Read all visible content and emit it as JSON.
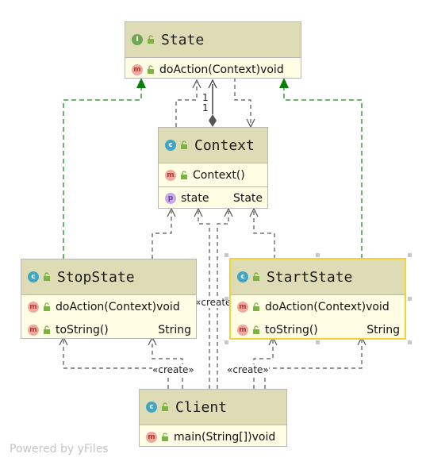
{
  "watermark": "Powered by yFiles",
  "nodes": {
    "state": {
      "badge": "I",
      "title": "State",
      "members": [
        {
          "kind": "m",
          "name": "doAction(Context)",
          "type": "void"
        }
      ]
    },
    "context": {
      "badge": "c",
      "title": "Context",
      "members": [
        {
          "kind": "m",
          "name": "Context()",
          "type": ""
        }
      ],
      "fields": [
        {
          "kind": "p",
          "name": "state",
          "type": "State"
        }
      ]
    },
    "stopstate": {
      "badge": "c",
      "title": "StopState",
      "members": [
        {
          "kind": "m",
          "name": "doAction(Context)",
          "type": "void"
        },
        {
          "kind": "m",
          "name": "toString()",
          "type": "String"
        }
      ]
    },
    "startstate": {
      "badge": "c",
      "title": "StartState",
      "members": [
        {
          "kind": "m",
          "name": "doAction(Context)",
          "type": "void"
        },
        {
          "kind": "m",
          "name": "toString()",
          "type": "String"
        }
      ]
    },
    "client": {
      "badge": "c",
      "title": "Client",
      "members": [
        {
          "kind": "m",
          "name": "main(String[])",
          "type": "void"
        }
      ]
    }
  },
  "edge_labels": {
    "mult_top": "1",
    "mult_bottom": "1",
    "create_middle": "«create»",
    "create_left": "«create»",
    "create_right": "«create»"
  },
  "colors": {
    "header": "#dedcb4",
    "body": "#fffde3",
    "realization": "#1a8a1a",
    "dependency": "#555555",
    "selection": "#f1d238"
  },
  "icons": [
    "interface-icon",
    "class-icon",
    "method-icon",
    "property-icon",
    "lock-icon"
  ]
}
